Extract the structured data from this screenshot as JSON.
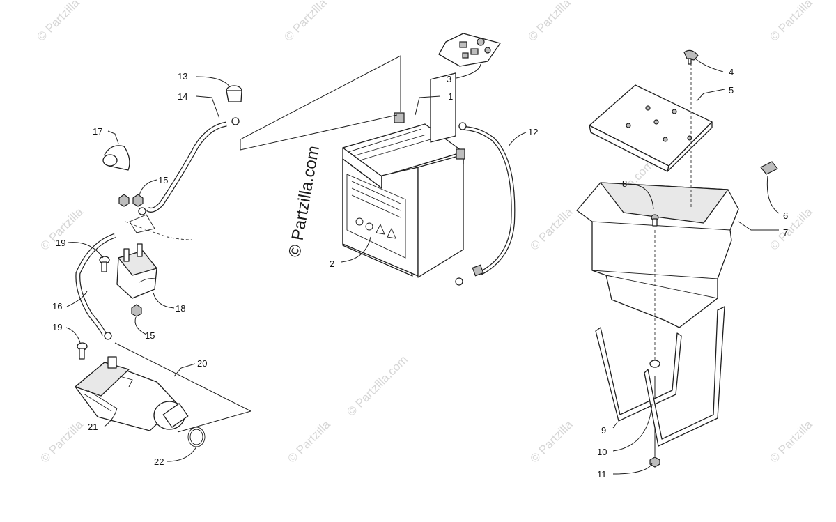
{
  "watermark": {
    "text": "© Partzilla",
    "center_text": "© Partzilla.com"
  },
  "callouts": [
    {
      "id": "c1",
      "label": "1"
    },
    {
      "id": "c2",
      "label": "2"
    },
    {
      "id": "c3",
      "label": "3"
    },
    {
      "id": "c4",
      "label": "4"
    },
    {
      "id": "c5",
      "label": "5"
    },
    {
      "id": "c6",
      "label": "6"
    },
    {
      "id": "c7",
      "label": "7"
    },
    {
      "id": "c8",
      "label": "8"
    },
    {
      "id": "c9",
      "label": "9"
    },
    {
      "id": "c10",
      "label": "10"
    },
    {
      "id": "c11",
      "label": "11"
    },
    {
      "id": "c12",
      "label": "12"
    },
    {
      "id": "c13",
      "label": "13"
    },
    {
      "id": "c14",
      "label": "14"
    },
    {
      "id": "c15a",
      "label": "15"
    },
    {
      "id": "c15b",
      "label": "15"
    },
    {
      "id": "c16",
      "label": "16"
    },
    {
      "id": "c17",
      "label": "17"
    },
    {
      "id": "c18",
      "label": "18"
    },
    {
      "id": "c19a",
      "label": "19"
    },
    {
      "id": "c19b",
      "label": "19"
    },
    {
      "id": "c20",
      "label": "20"
    },
    {
      "id": "c21",
      "label": "21"
    },
    {
      "id": "c22",
      "label": "22"
    }
  ]
}
